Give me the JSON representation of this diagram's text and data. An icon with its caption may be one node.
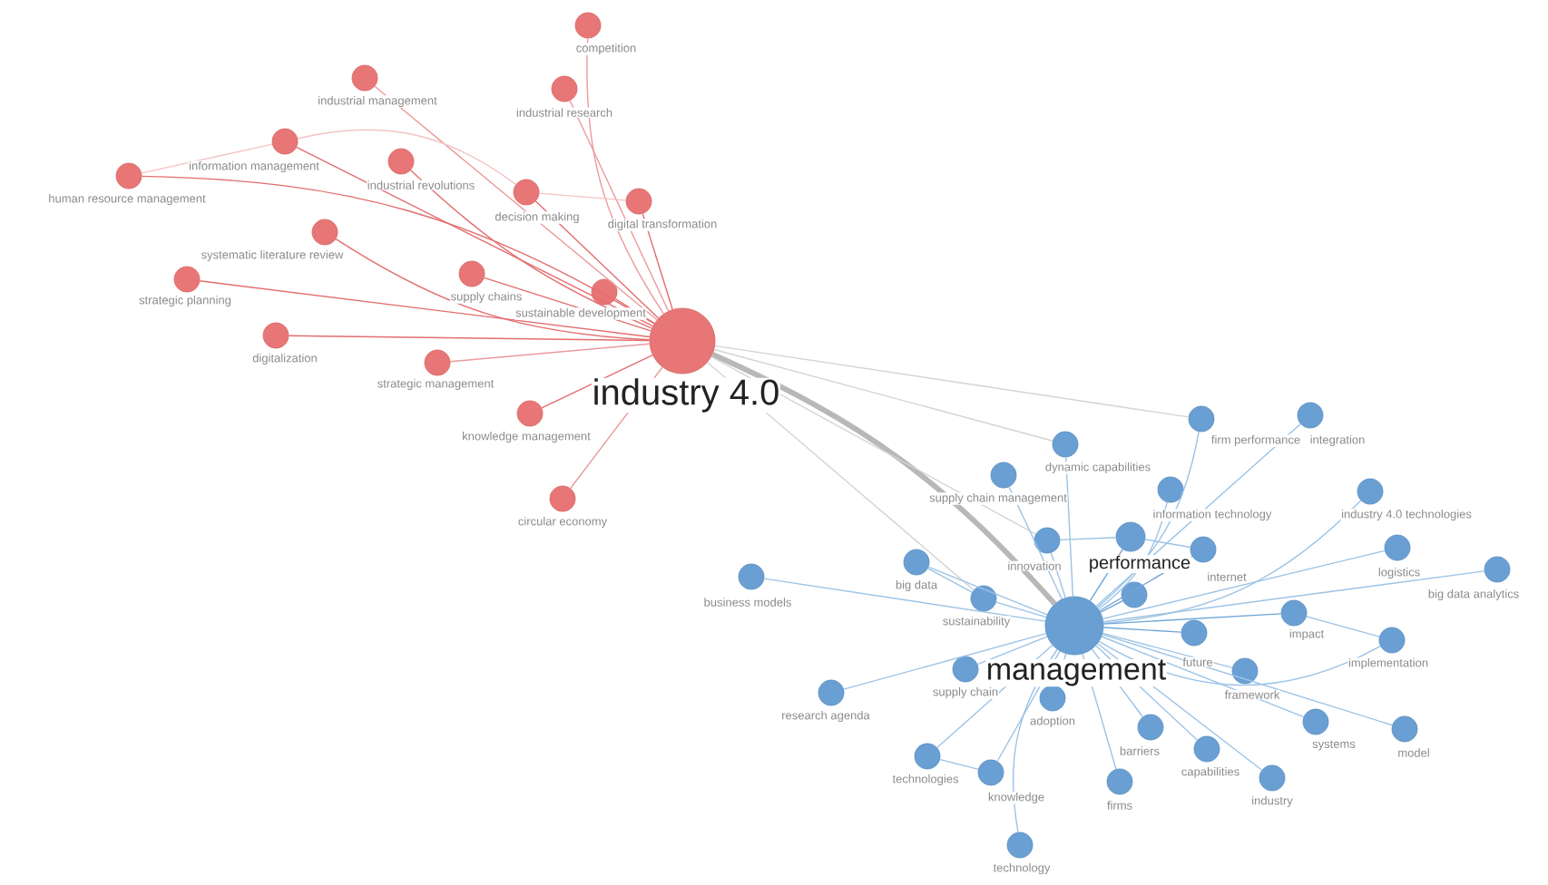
{
  "diagram": {
    "nodes": [
      {
        "text": [
          "industry 4.0"
        ]
      },
      {
        "text": [
          "competition"
        ]
      },
      {
        "text": [
          "industrial management"
        ]
      },
      {
        "text": [
          "industrial research"
        ]
      },
      {
        "text": [
          "information management"
        ]
      },
      {
        "text": [
          "industrial revolutions"
        ]
      },
      {
        "text": [
          "human resource management"
        ]
      },
      {
        "text": [
          "decision making"
        ]
      },
      {
        "text": [
          "digital transformation"
        ]
      },
      {
        "text": [
          "systematic literature review"
        ]
      },
      {
        "text": [
          "supply chains"
        ]
      },
      {
        "text": [
          "sustainable development"
        ]
      },
      {
        "text": [
          "strategic planning"
        ]
      },
      {
        "text": [
          "digitalization"
        ]
      },
      {
        "text": [
          "strategic management"
        ]
      },
      {
        "text": [
          "knowledge management"
        ]
      },
      {
        "text": [
          "circular economy"
        ]
      },
      {
        "text": [
          "management"
        ]
      },
      {
        "text": [
          "firm performance"
        ]
      },
      {
        "text": [
          "integration"
        ]
      },
      {
        "text": [
          "dynamic capabilities"
        ]
      },
      {
        "text": [
          "supply chain management"
        ]
      },
      {
        "text": [
          "information technology"
        ]
      },
      {
        "text": [
          "industry 4.0 technologies"
        ]
      },
      {
        "text": [
          "business models"
        ]
      },
      {
        "text": [
          "big data"
        ]
      },
      {
        "text": [
          "innovation"
        ]
      },
      {
        "text": [
          "performance"
        ]
      },
      {
        "text": [
          "internet"
        ]
      },
      {
        "text": [
          "logistics"
        ]
      },
      {
        "text": [
          "big data analytics"
        ]
      },
      {
        "text": [
          "sustainability"
        ]
      },
      {
        "text": [],
        "shape": "circle"
      },
      {
        "text": [
          "impact"
        ]
      },
      {
        "text": [
          "future"
        ]
      },
      {
        "text": [
          "implementation"
        ]
      },
      {
        "text": [
          "supply chain"
        ]
      },
      {
        "text": [
          "research agenda"
        ]
      },
      {
        "text": [
          "adoption"
        ]
      },
      {
        "text": [
          "framework"
        ]
      },
      {
        "text": [
          "barriers"
        ]
      },
      {
        "text": [
          "systems"
        ]
      },
      {
        "text": [
          "model"
        ]
      },
      {
        "text": [
          "capabilities"
        ]
      },
      {
        "text": [
          "technologies"
        ]
      },
      {
        "text": [
          "knowledge"
        ]
      },
      {
        "text": [
          "firms"
        ]
      },
      {
        "text": [
          "industry"
        ]
      },
      {
        "text": [
          "technology"
        ]
      }
    ],
    "edges": [
      {
        "from": 0,
        "to": 1,
        "arrow": "none",
        "color": "#ec9a9a"
      },
      {
        "from": 0,
        "to": 2,
        "arrow": "none",
        "color": "#ec9a9a"
      },
      {
        "from": 0,
        "to": 3,
        "arrow": "none",
        "color": "#ec9a9a"
      },
      {
        "from": 0,
        "to": 4,
        "arrow": "none",
        "color": "#e36e6e"
      },
      {
        "from": 0,
        "to": 5,
        "arrow": "none",
        "color": "#e36e6e"
      },
      {
        "from": 0,
        "to": 6,
        "arrow": "none",
        "color": "#e36e6e"
      },
      {
        "from": 0,
        "to": 7,
        "arrow": "none",
        "color": "#e36e6e"
      },
      {
        "from": 0,
        "to": 8,
        "arrow": "none",
        "color": "#e36e6e"
      },
      {
        "from": 0,
        "to": 9,
        "arrow": "none",
        "color": "#e36e6e"
      },
      {
        "from": 0,
        "to": 10,
        "arrow": "none",
        "color": "#e36e6e"
      },
      {
        "from": 0,
        "to": 11,
        "arrow": "none",
        "color": "#e36e6e"
      },
      {
        "from": 0,
        "to": 12,
        "arrow": "none",
        "color": "#e36e6e"
      },
      {
        "from": 0,
        "to": 13,
        "arrow": "none",
        "color": "#e36e6e"
      },
      {
        "from": 0,
        "to": 14,
        "arrow": "none",
        "color": "#ec9a9a"
      },
      {
        "from": 0,
        "to": 15,
        "arrow": "none",
        "color": "#e36e6e"
      },
      {
        "from": 0,
        "to": 16,
        "arrow": "none",
        "color": "#ec9a9a"
      },
      {
        "from": 6,
        "to": 4,
        "arrow": "none",
        "color": "#f3c4c4"
      },
      {
        "from": 4,
        "to": 7,
        "arrow": "none",
        "color": "#f3c4c4"
      },
      {
        "from": 7,
        "to": 8,
        "arrow": "none",
        "color": "#f3c4c4"
      },
      {
        "from": 0,
        "to": 17,
        "arrow": "none",
        "style": "thick",
        "color": "#b8b8b8"
      },
      {
        "from": 0,
        "to": 20,
        "arrow": "none",
        "color": "#d4d4d4"
      },
      {
        "from": 0,
        "to": 18,
        "arrow": "none",
        "color": "#d4d4d4"
      },
      {
        "from": 0,
        "to": 26,
        "arrow": "none",
        "color": "#d4d4d4"
      },
      {
        "from": 0,
        "to": 31,
        "arrow": "none",
        "color": "#d4d4d4"
      },
      {
        "from": 17,
        "to": 18,
        "arrow": "none",
        "color": "#9cc3e6"
      },
      {
        "from": 17,
        "to": 19,
        "arrow": "none",
        "color": "#9cc3e6"
      },
      {
        "from": 17,
        "to": 20,
        "arrow": "none",
        "color": "#9cc3e6"
      },
      {
        "from": 17,
        "to": 21,
        "arrow": "none",
        "color": "#9cc3e6"
      },
      {
        "from": 17,
        "to": 22,
        "arrow": "none",
        "color": "#9cc3e6"
      },
      {
        "from": 17,
        "to": 23,
        "arrow": "none",
        "color": "#9cc3e6"
      },
      {
        "from": 17,
        "to": 24,
        "arrow": "none",
        "color": "#9cc3e6"
      },
      {
        "from": 17,
        "to": 25,
        "arrow": "none",
        "color": "#9cc3e6"
      },
      {
        "from": 17,
        "to": 26,
        "arrow": "none",
        "color": "#9cc3e6"
      },
      {
        "from": 17,
        "to": 27,
        "arrow": "none",
        "color": "#6fa6d8"
      },
      {
        "from": 17,
        "to": 28,
        "arrow": "none",
        "color": "#6fa6d8"
      },
      {
        "from": 17,
        "to": 29,
        "arrow": "none",
        "color": "#9cc3e6"
      },
      {
        "from": 17,
        "to": 30,
        "arrow": "none",
        "color": "#9cc3e6"
      },
      {
        "from": 17,
        "to": 31,
        "arrow": "none",
        "color": "#9cc3e6"
      },
      {
        "from": 17,
        "to": 32,
        "arrow": "none",
        "color": "#6fa6d8"
      },
      {
        "from": 17,
        "to": 33,
        "arrow": "none",
        "color": "#6fa6d8"
      },
      {
        "from": 17,
        "to": 34,
        "arrow": "none",
        "color": "#6fa6d8"
      },
      {
        "from": 17,
        "to": 35,
        "arrow": "none",
        "color": "#9cc3e6"
      },
      {
        "from": 17,
        "to": 36,
        "arrow": "none",
        "color": "#9cc3e6"
      },
      {
        "from": 17,
        "to": 37,
        "arrow": "none",
        "color": "#9cc3e6"
      },
      {
        "from": 17,
        "to": 38,
        "arrow": "none",
        "color": "#9cc3e6"
      },
      {
        "from": 17,
        "to": 39,
        "arrow": "none",
        "color": "#9cc3e6"
      },
      {
        "from": 17,
        "to": 40,
        "arrow": "none",
        "color": "#9cc3e6"
      },
      {
        "from": 17,
        "to": 41,
        "arrow": "none",
        "color": "#9cc3e6"
      },
      {
        "from": 17,
        "to": 42,
        "arrow": "none",
        "color": "#9cc3e6"
      },
      {
        "from": 17,
        "to": 43,
        "arrow": "none",
        "color": "#9cc3e6"
      },
      {
        "from": 17,
        "to": 44,
        "arrow": "none",
        "color": "#9cc3e6"
      },
      {
        "from": 17,
        "to": 45,
        "arrow": "none",
        "color": "#9cc3e6"
      },
      {
        "from": 17,
        "to": 46,
        "arrow": "none",
        "color": "#9cc3e6"
      },
      {
        "from": 17,
        "to": 47,
        "arrow": "none",
        "color": "#9cc3e6"
      },
      {
        "from": 17,
        "to": 48,
        "arrow": "none",
        "color": "#9cc3e6"
      },
      {
        "from": 27,
        "to": 26,
        "arrow": "none",
        "color": "#9cc3e6"
      },
      {
        "from": 27,
        "to": 28,
        "arrow": "none",
        "color": "#9cc3e6"
      },
      {
        "from": 33,
        "to": 35,
        "arrow": "none",
        "color": "#9cc3e6"
      },
      {
        "from": 25,
        "to": 31,
        "arrow": "none",
        "color": "#9cc3e6"
      },
      {
        "from": 44,
        "to": 45,
        "arrow": "none",
        "color": "#9cc3e6"
      }
    ]
  }
}
